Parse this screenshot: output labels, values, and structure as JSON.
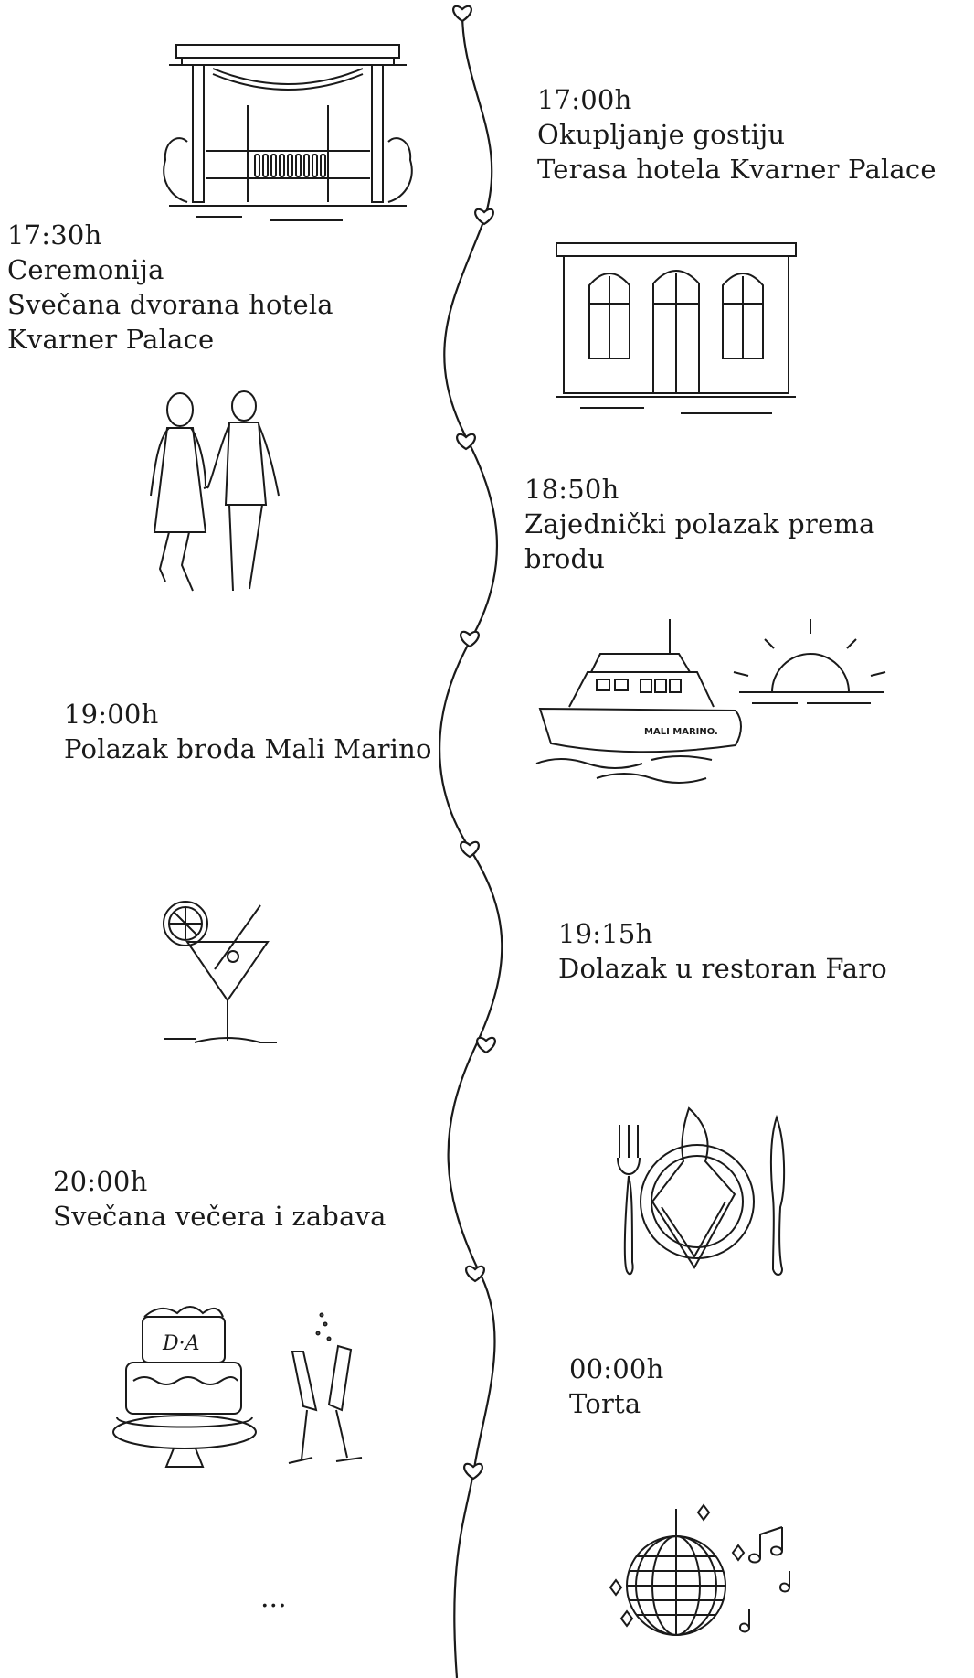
{
  "events": [
    {
      "time": "17:00h",
      "lines": [
        "Okupljanje gostiju",
        "Terasa hotela Kvarner Palace"
      ],
      "icon": "pergola-terrace-icon"
    },
    {
      "time": "17:30h",
      "lines": [
        "Ceremonija",
        "Svečana dvorana hotela",
        "Kvarner Palace"
      ],
      "icon": "palace-hall-icon"
    },
    {
      "time": "18:50h",
      "lines": [
        "Zajednički polazak prema",
        "brodu"
      ],
      "icon": "walking-couple-icon"
    },
    {
      "time": "19:00h",
      "lines": [
        "Polazak broda Mali Marino"
      ],
      "icon": "boat-sunset-icon"
    },
    {
      "time": "19:15h",
      "lines": [
        "Dolazak u restoran Faro"
      ],
      "icon": "cocktail-glass-icon"
    },
    {
      "time": "20:00h",
      "lines": [
        "Svečana večera i zabava"
      ],
      "icon": "dinner-plate-icon"
    },
    {
      "time": "00:00h",
      "lines": [
        "Torta"
      ],
      "icon": "wedding-cake-icon"
    }
  ],
  "boat_name": "MALI MARINO.",
  "cake_monogram": "D·A",
  "ellipsis": "...",
  "colors": {
    "ink": "#1a1a1a",
    "background": "#ffffff"
  }
}
